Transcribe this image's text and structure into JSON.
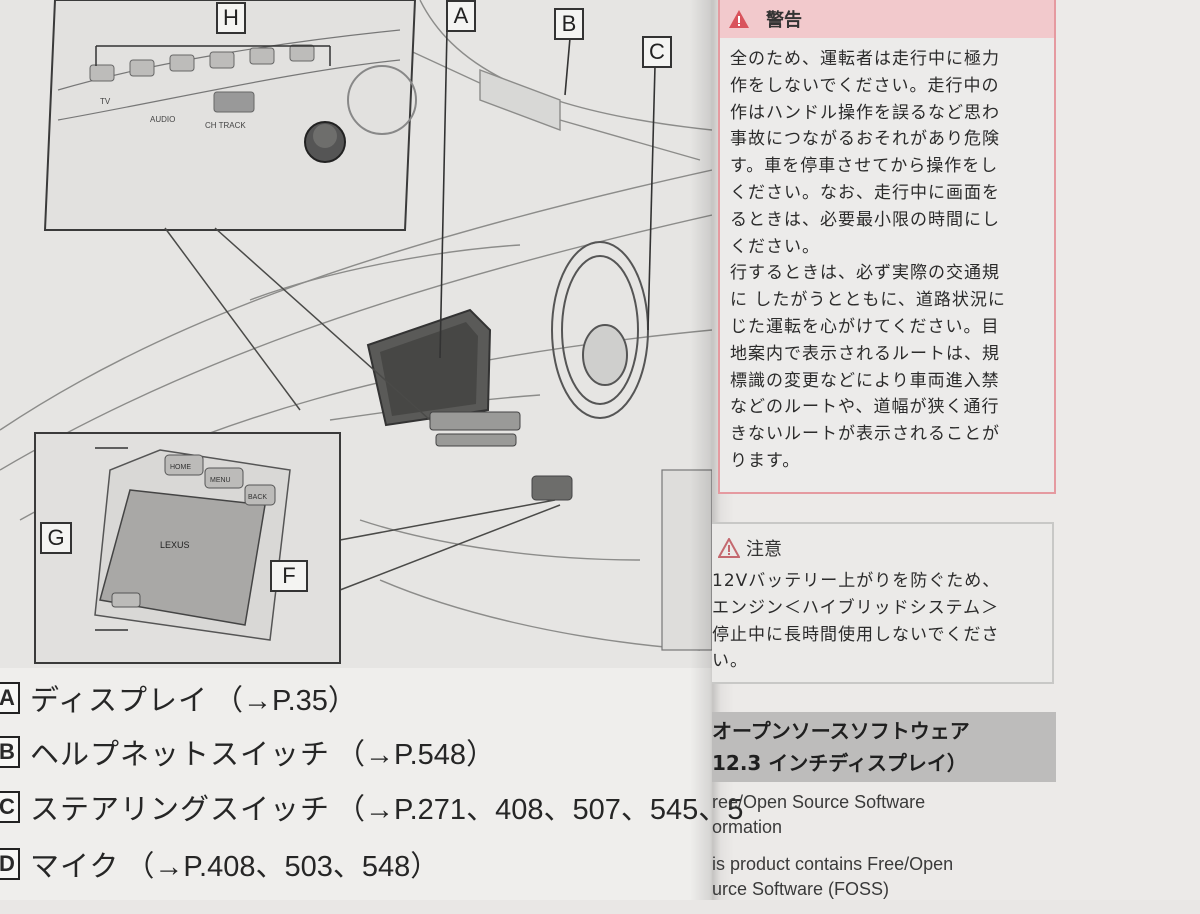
{
  "illustration": {
    "callouts": {
      "A": "A",
      "B": "B",
      "C": "C",
      "H": "H",
      "G": "G",
      "F": "F"
    },
    "panel_labels": {
      "tv": "TV",
      "audio": "AUDIO",
      "chtrack": "CH TRACK",
      "menu": "MENU",
      "back": "BACK",
      "home": "HOME",
      "brand": "LEXUS"
    }
  },
  "legend": [
    {
      "letter": "A",
      "label": "ディスプレイ",
      "ref": "（→P.35）"
    },
    {
      "letter": "B",
      "label": "ヘルプネットスイッチ",
      "ref": "（→P.548）"
    },
    {
      "letter": "C",
      "label": "ステアリングスイッチ",
      "ref": "（→P.271、408、507、545、5"
    },
    {
      "letter": "D",
      "label": "マイク",
      "ref": "（→P.408、503、548）"
    }
  ],
  "warning": {
    "title": "警告",
    "lines": [
      "全のため、運転者は走行中に極力",
      "作をしないでください。走行中の",
      "作はハンドル操作を誤るなど思わ",
      "事故につながるおそれがあり危険",
      "す。車を停車させてから操作をし",
      "ください。なお、走行中に画面を",
      "るときは、必要最小限の時間にし",
      "ください。",
      "行するときは、必ず実際の交通規",
      "に したがうとともに、道路状況に",
      "じた運転を心がけてください。目",
      "地案内で表示されるルートは、規",
      "標識の変更などにより車両進入禁",
      "などのルートや、道幅が狭く通行",
      "きないルートが表示されることが",
      "ります。"
    ]
  },
  "caution": {
    "title": "注意",
    "lines": [
      "12Vバッテリー上がりを防ぐため、",
      "エンジン＜ハイブリッドシステム＞",
      "停止中に長時間使用しないでくださ",
      "い。"
    ]
  },
  "oss": {
    "heading": [
      "オープンソースソフトウェア",
      "12.3 インチディスプレイ）"
    ],
    "body": [
      "ree/Open Source Software",
      "ormation",
      "is product contains Free/Open",
      "urce Software (FOSS)"
    ]
  },
  "colors": {
    "warning_header": "#f2c9cc",
    "warning_border": "#e59aa0",
    "oss_header": "#bdbcbb"
  }
}
